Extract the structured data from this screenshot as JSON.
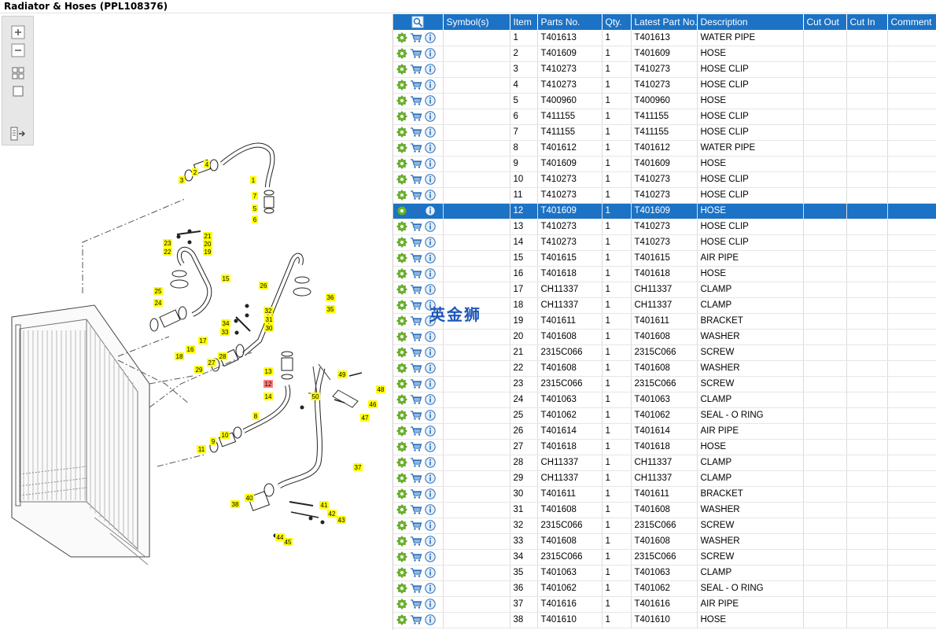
{
  "window": {
    "title": "Radiator & Hoses (PPL108376)"
  },
  "toolbar": {
    "buttons": [
      {
        "name": "zoom-in",
        "icon": "zoom-in-icon"
      },
      {
        "name": "zoom-out",
        "icon": "zoom-out-icon"
      },
      {
        "name": "fit-all",
        "icon": "fit-all-icon"
      },
      {
        "name": "fit-page",
        "icon": "fit-page-icon"
      },
      {
        "name": "toggle-panel",
        "icon": "panel-toggle-icon"
      }
    ]
  },
  "diagram": {
    "callouts": [
      "1",
      "2",
      "3",
      "4",
      "5",
      "6",
      "7",
      "8",
      "9",
      "10",
      "11",
      "12",
      "13",
      "14",
      "15",
      "16",
      "17",
      "18",
      "19",
      "20",
      "21",
      "22",
      "23",
      "24",
      "25",
      "26",
      "27",
      "28",
      "29",
      "30",
      "31",
      "32",
      "33",
      "34",
      "35",
      "36",
      "37",
      "38",
      "40",
      "41",
      "42",
      "43",
      "44",
      "45",
      "46",
      "47",
      "48",
      "49",
      "50"
    ],
    "highlighted": "12",
    "callout_color": "#ffff00",
    "highlight_color": "#ff7b7b"
  },
  "table": {
    "columns": [
      "",
      "Symbol(s)",
      "Item",
      "Parts No.",
      "Qty.",
      "Latest Part No.",
      "Description",
      "Cut Out",
      "Cut In",
      "Comment"
    ],
    "header_icon": "search-icon",
    "selected_item": "12",
    "accent_color": "#1c72c5",
    "rows": [
      {
        "item": "1",
        "part": "T401613",
        "qty": "1",
        "latest": "T401613",
        "desc": "WATER PIPE"
      },
      {
        "item": "2",
        "part": "T401609",
        "qty": "1",
        "latest": "T401609",
        "desc": "HOSE"
      },
      {
        "item": "3",
        "part": "T410273",
        "qty": "1",
        "latest": "T410273",
        "desc": "HOSE CLIP"
      },
      {
        "item": "4",
        "part": "T410273",
        "qty": "1",
        "latest": "T410273",
        "desc": "HOSE CLIP"
      },
      {
        "item": "5",
        "part": "T400960",
        "qty": "1",
        "latest": "T400960",
        "desc": "HOSE"
      },
      {
        "item": "6",
        "part": "T411155",
        "qty": "1",
        "latest": "T411155",
        "desc": "HOSE CLIP"
      },
      {
        "item": "7",
        "part": "T411155",
        "qty": "1",
        "latest": "T411155",
        "desc": "HOSE CLIP"
      },
      {
        "item": "8",
        "part": "T401612",
        "qty": "1",
        "latest": "T401612",
        "desc": "WATER PIPE"
      },
      {
        "item": "9",
        "part": "T401609",
        "qty": "1",
        "latest": "T401609",
        "desc": "HOSE"
      },
      {
        "item": "10",
        "part": "T410273",
        "qty": "1",
        "latest": "T410273",
        "desc": "HOSE CLIP"
      },
      {
        "item": "11",
        "part": "T410273",
        "qty": "1",
        "latest": "T410273",
        "desc": "HOSE CLIP"
      },
      {
        "item": "12",
        "part": "T401609",
        "qty": "1",
        "latest": "T401609",
        "desc": "HOSE"
      },
      {
        "item": "13",
        "part": "T410273",
        "qty": "1",
        "latest": "T410273",
        "desc": "HOSE CLIP"
      },
      {
        "item": "14",
        "part": "T410273",
        "qty": "1",
        "latest": "T410273",
        "desc": "HOSE CLIP"
      },
      {
        "item": "15",
        "part": "T401615",
        "qty": "1",
        "latest": "T401615",
        "desc": "AIR PIPE"
      },
      {
        "item": "16",
        "part": "T401618",
        "qty": "1",
        "latest": "T401618",
        "desc": "HOSE"
      },
      {
        "item": "17",
        "part": "CH11337",
        "qty": "1",
        "latest": "CH11337",
        "desc": "CLAMP"
      },
      {
        "item": "18",
        "part": "CH11337",
        "qty": "1",
        "latest": "CH11337",
        "desc": "CLAMP"
      },
      {
        "item": "19",
        "part": "T401611",
        "qty": "1",
        "latest": "T401611",
        "desc": "BRACKET"
      },
      {
        "item": "20",
        "part": "T401608",
        "qty": "1",
        "latest": "T401608",
        "desc": "WASHER"
      },
      {
        "item": "21",
        "part": "2315C066",
        "qty": "1",
        "latest": "2315C066",
        "desc": "SCREW"
      },
      {
        "item": "22",
        "part": "T401608",
        "qty": "1",
        "latest": "T401608",
        "desc": "WASHER"
      },
      {
        "item": "23",
        "part": "2315C066",
        "qty": "1",
        "latest": "2315C066",
        "desc": "SCREW"
      },
      {
        "item": "24",
        "part": "T401063",
        "qty": "1",
        "latest": "T401063",
        "desc": "CLAMP"
      },
      {
        "item": "25",
        "part": "T401062",
        "qty": "1",
        "latest": "T401062",
        "desc": "SEAL - O RING"
      },
      {
        "item": "26",
        "part": "T401614",
        "qty": "1",
        "latest": "T401614",
        "desc": "AIR PIPE"
      },
      {
        "item": "27",
        "part": "T401618",
        "qty": "1",
        "latest": "T401618",
        "desc": "HOSE"
      },
      {
        "item": "28",
        "part": "CH11337",
        "qty": "1",
        "latest": "CH11337",
        "desc": "CLAMP"
      },
      {
        "item": "29",
        "part": "CH11337",
        "qty": "1",
        "latest": "CH11337",
        "desc": "CLAMP"
      },
      {
        "item": "30",
        "part": "T401611",
        "qty": "1",
        "latest": "T401611",
        "desc": "BRACKET"
      },
      {
        "item": "31",
        "part": "T401608",
        "qty": "1",
        "latest": "T401608",
        "desc": "WASHER"
      },
      {
        "item": "32",
        "part": "2315C066",
        "qty": "1",
        "latest": "2315C066",
        "desc": "SCREW"
      },
      {
        "item": "33",
        "part": "T401608",
        "qty": "1",
        "latest": "T401608",
        "desc": "WASHER"
      },
      {
        "item": "34",
        "part": "2315C066",
        "qty": "1",
        "latest": "2315C066",
        "desc": "SCREW"
      },
      {
        "item": "35",
        "part": "T401063",
        "qty": "1",
        "latest": "T401063",
        "desc": "CLAMP"
      },
      {
        "item": "36",
        "part": "T401062",
        "qty": "1",
        "latest": "T401062",
        "desc": "SEAL - O RING"
      },
      {
        "item": "37",
        "part": "T401616",
        "qty": "1",
        "latest": "T401616",
        "desc": "AIR PIPE"
      },
      {
        "item": "38",
        "part": "T401610",
        "qty": "1",
        "latest": "T401610",
        "desc": "HOSE"
      }
    ],
    "row_icons": [
      "gear-icon",
      "cart-icon",
      "info-icon"
    ]
  },
  "watermark": {
    "text": "英金狮"
  }
}
